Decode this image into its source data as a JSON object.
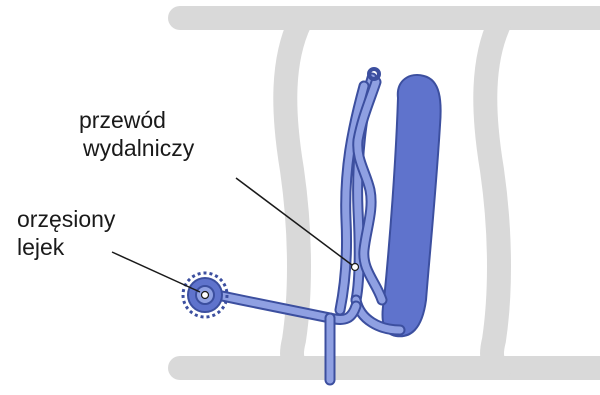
{
  "labels": {
    "excretory_duct": [
      "przewód",
      "wydalniczy"
    ],
    "ciliated_funnel": [
      "orzęsiony",
      "lejek"
    ]
  },
  "colors": {
    "segment_wall": "#d9d9d9",
    "organ_dark": "#5f73cc",
    "organ_light": "#8fa0e2",
    "organ_outline": "#3c4f9f",
    "leader_line": "#1a1a1a"
  }
}
